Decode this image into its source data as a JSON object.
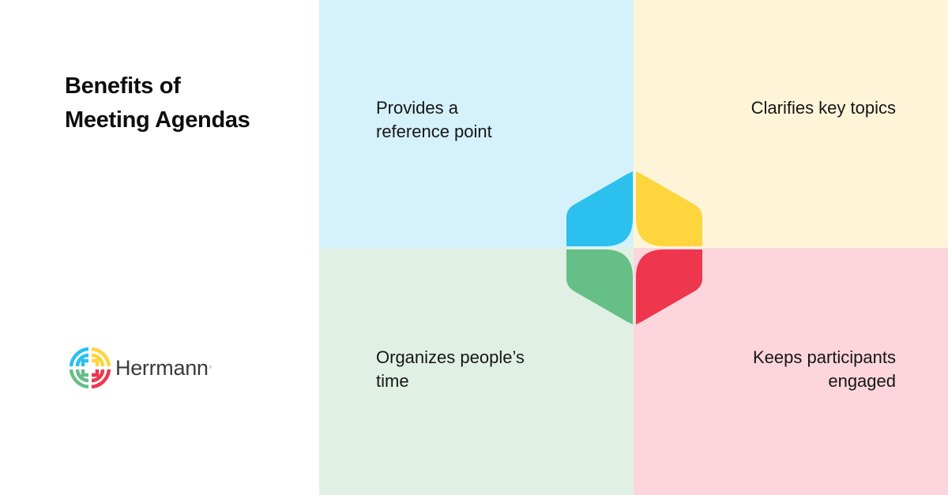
{
  "title": {
    "line1": "Benefits of",
    "line2": "Meeting Agendas"
  },
  "logo": {
    "wordmark": "Herrmann",
    "registered": "®",
    "icon": "herrmann-whole-brain-icon"
  },
  "quadrants": [
    {
      "position": "top-left",
      "color": "#d5f1fb",
      "accent": "#2bc0ee",
      "lines": [
        "Provides a",
        "reference point"
      ]
    },
    {
      "position": "top-right",
      "color": "#fef5d9",
      "accent": "#ffd53e",
      "lines": [
        "Clarifies key topics"
      ]
    },
    {
      "position": "bottom-left",
      "color": "#e0f0e4",
      "accent": "#65bf86",
      "lines": [
        "Organizes people’s",
        "time"
      ]
    },
    {
      "position": "bottom-right",
      "color": "#fcd6dc",
      "accent": "#ee364f",
      "lines": [
        "Keeps participants",
        "engaged"
      ]
    }
  ],
  "center_icon": "four-color-hexagon-icon"
}
